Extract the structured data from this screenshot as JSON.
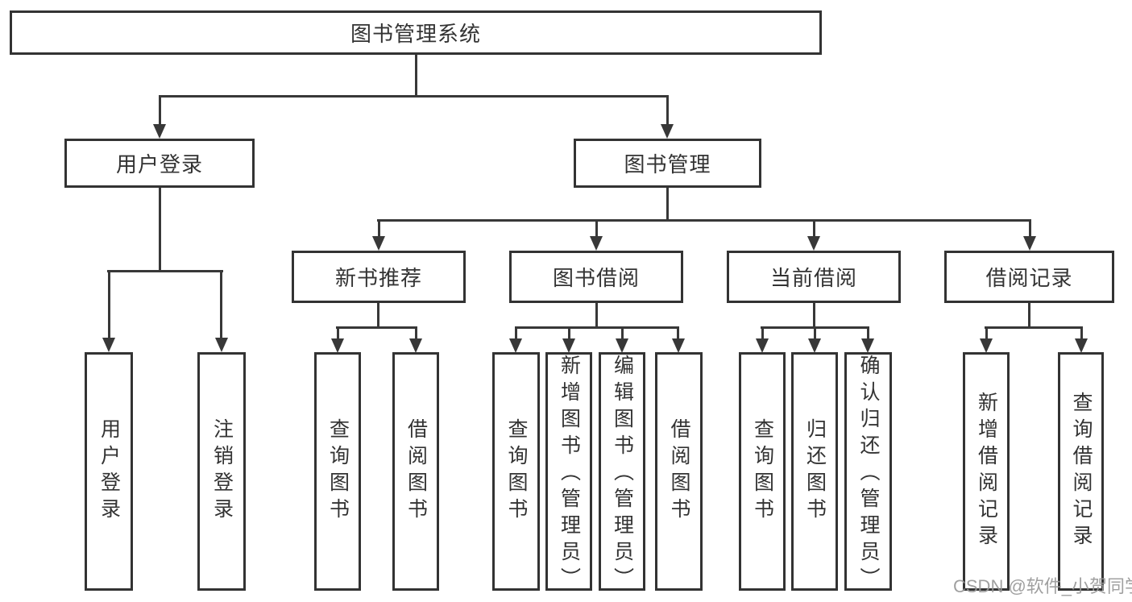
{
  "diagram_title": "图书管理系统",
  "tree": {
    "label": "图书管理系统",
    "children": [
      {
        "label": "用户登录",
        "children": [
          {
            "label": "用户登录"
          },
          {
            "label": "注销登录"
          }
        ]
      },
      {
        "label": "图书管理",
        "children": [
          {
            "label": "新书推荐",
            "children": [
              {
                "label": "查询图书"
              },
              {
                "label": "借阅图书"
              }
            ]
          },
          {
            "label": "图书借阅",
            "children": [
              {
                "label": "查询图书"
              },
              {
                "label": "新增图书（管理员）"
              },
              {
                "label": "编辑图书（管理员）"
              },
              {
                "label": "借阅图书"
              }
            ]
          },
          {
            "label": "当前借阅",
            "children": [
              {
                "label": "查询图书"
              },
              {
                "label": "归还图书"
              },
              {
                "label": "确认归还（管理员）"
              }
            ]
          },
          {
            "label": "借阅记录",
            "children": [
              {
                "label": "新增借阅记录"
              },
              {
                "label": "查询借阅记录"
              }
            ]
          }
        ]
      }
    ]
  },
  "watermark": {
    "text": "CSDN @软件_小贺同学"
  },
  "colors": {
    "line": "#383838",
    "border": "#333333",
    "text": "#333333",
    "background": "#ffffff",
    "watermark": "#989898"
  }
}
